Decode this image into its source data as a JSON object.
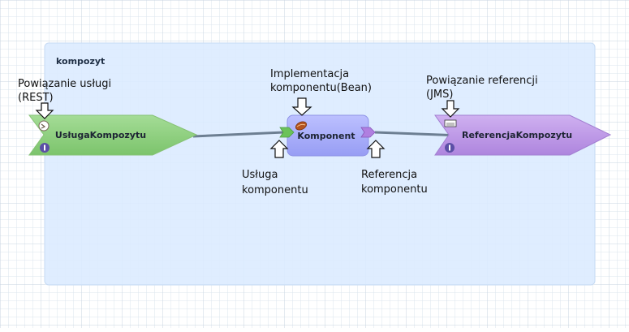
{
  "composite": {
    "title": "kompozyt",
    "service": {
      "label": "UsługaKompozytu",
      "fill": "#8fd280"
    },
    "component": {
      "label": "Komponent",
      "fill": "#a9aefb"
    },
    "reference": {
      "label": "ReferencjaKompozytu",
      "fill": "#be9ae6"
    },
    "background": "#dbebff"
  },
  "callouts": {
    "service_binding": [
      "Powiązanie usługi",
      "(REST)"
    ],
    "implementation": [
      "Implementacja",
      "komponentu(Bean)"
    ],
    "reference_binding": [
      "Powiązanie referencji",
      "(JMS)"
    ],
    "component_service": [
      "Usługa",
      "komponentu"
    ],
    "component_reference": [
      "Referencja",
      "komponentu"
    ]
  },
  "icons": [
    "rest-binding-icon",
    "interface-icon",
    "bean-icon",
    "jms-binding-icon",
    "down-arrow-icon",
    "up-arrow-icon"
  ]
}
